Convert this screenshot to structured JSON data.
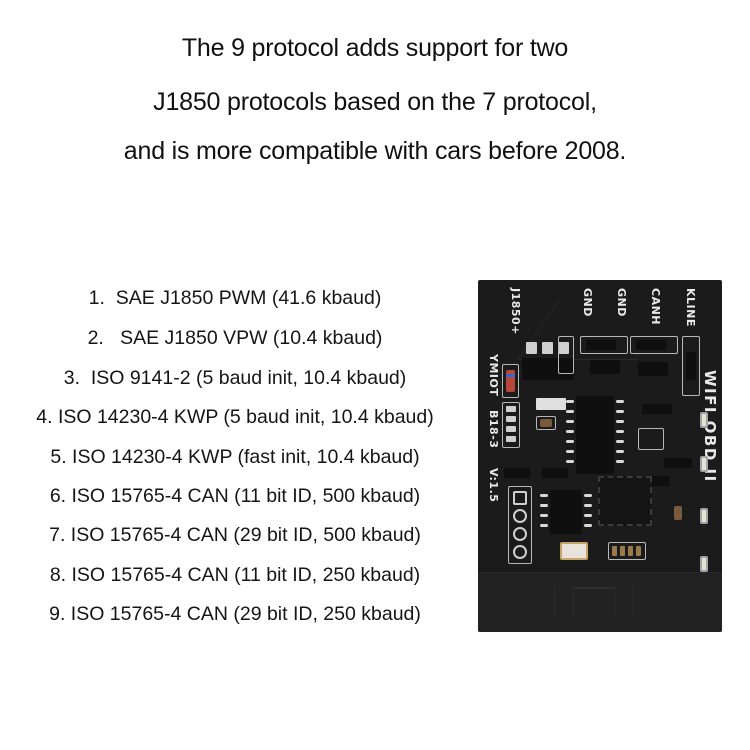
{
  "headline": {
    "lines": [
      "The 9 protocol adds support for two",
      "J1850 protocols based on the 7 protocol,",
      "and is more compatible with cars before 2008."
    ]
  },
  "protocols": [
    "1.  SAE J1850 PWM (41.6 kbaud)",
    "2.   SAE J1850 VPW (10.4 kbaud)",
    "3.  ISO 9141-2 (5 baud init, 10.4 kbaud)",
    "4. ISO 14230-4 KWP (5 baud init, 10.4 kbaud)",
    "5. ISO 14230-4 KWP (fast init, 10.4 kbaud)",
    "6. ISO 15765-4 CAN (11 bit ID, 500 kbaud)",
    "7. ISO 15765-4 CAN (29 bit ID, 500 kbaud)",
    "8. ISO 15765-4 CAN (11 bit ID, 250 kbaud)",
    "9. ISO 15765-4 CAN (29 bit ID, 250 kbaud)"
  ],
  "board": {
    "pin_labels": [
      "J1850+",
      "GND",
      "GND",
      "CANH",
      "KLINE"
    ],
    "brand": "YMIOT",
    "model": "B18-3",
    "version": "V:1.5",
    "product_name": "WIFI OBD II",
    "colors": {
      "pcb": "#1b1b1b",
      "silkscreen": "#e9e9e9",
      "pad": "#cfcfcf"
    }
  }
}
